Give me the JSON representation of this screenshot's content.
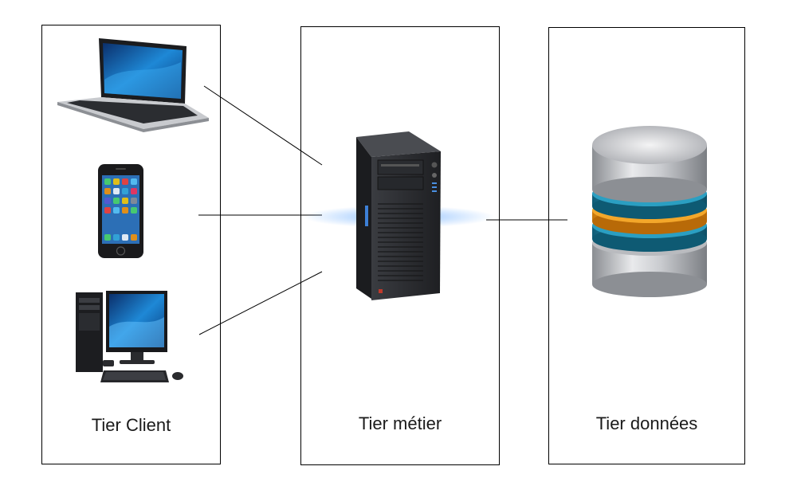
{
  "diagram": {
    "tiers": [
      {
        "label": "Tier Client"
      },
      {
        "label": "Tier métier"
      },
      {
        "label": "Tier données"
      }
    ],
    "client_devices": [
      {
        "icon": "laptop-icon"
      },
      {
        "icon": "smartphone-icon"
      },
      {
        "icon": "desktop-computer-icon"
      }
    ],
    "server_icon": "server-tower-icon",
    "database_icon": "database-icon",
    "colors": {
      "line": "#000000",
      "db_teal": "#1a8fb0",
      "db_orange": "#f0a21c",
      "server_body": "#2b2d31",
      "server_glow": "#7fb8ff"
    }
  }
}
